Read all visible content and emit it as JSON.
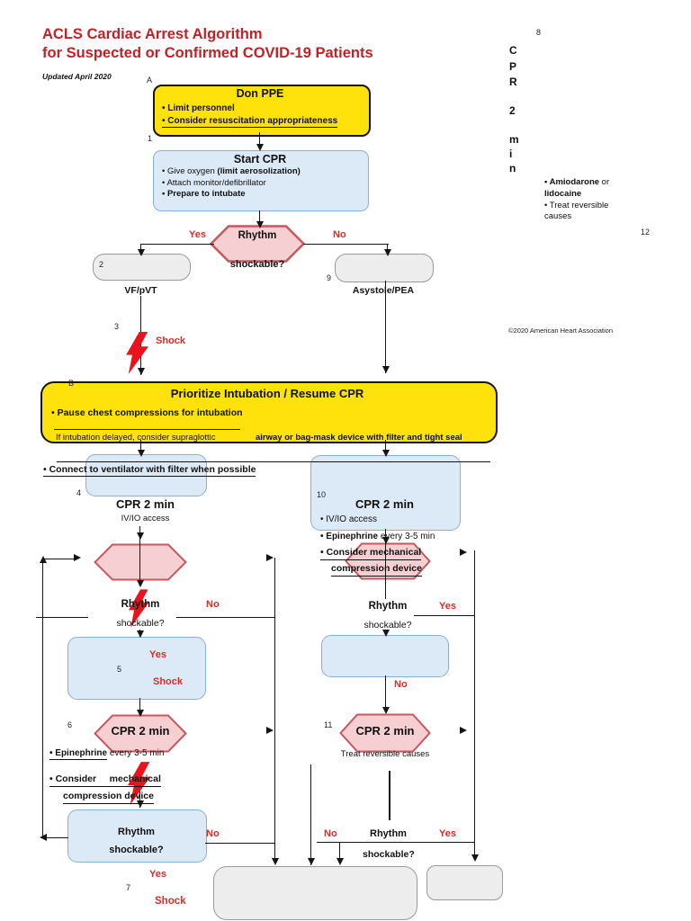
{
  "page": {
    "title_line1": "ACLS Cardiac Arrest Algorithm",
    "title_line2": "for Suspected or Confirmed COVID-19 Patients",
    "updated": "Updated April 2020",
    "copyright": "©2020 American Heart Association"
  },
  "markers": {
    "a": "A",
    "b": "B",
    "s1": "1",
    "s2": "2",
    "s3": "3",
    "s4": "4",
    "s5": "5",
    "s6": "6",
    "s7": "7",
    "s8": "8",
    "s9": "9",
    "s10": "10",
    "s11": "11",
    "s12": "12"
  },
  "don_ppe": {
    "title": "Don PPE",
    "b1": "• Limit personnel",
    "b2": "• Consider resuscitation appropriateness"
  },
  "start_cpr": {
    "title": "Start CPR",
    "b1_pre": "• Give oxygen ",
    "b1_bold": "(limit aerosolization)",
    "b2": "• Attach monitor/defibrillator",
    "b3": "• Prepare to intubate"
  },
  "decision1": {
    "q1": "Rhythm",
    "q2": "shockable?",
    "yes": "Yes",
    "no": "No"
  },
  "branches": {
    "left": "VF/pVT",
    "right": "Asystole/PEA"
  },
  "shock3": "Shock",
  "prioritize": {
    "title": "Prioritize Intubation / Resume CPR",
    "b1": "• Pause chest compressions for intubation",
    "tail_normal": "If intubation delayed, consider supraglottic",
    "tail_bold": "airway or bag-mask device with filter and tight seal"
  },
  "connect": "• Connect to ventilator with filter when possible",
  "cpr4": {
    "title": "CPR 2 min",
    "sub": "IV/IO access"
  },
  "decision4": {
    "q1": "Rhythm",
    "q2": "shockable?",
    "no": "No"
  },
  "box5": {
    "yes": "Yes",
    "shock": "Shock"
  },
  "cpr6": {
    "title": "CPR 2 min",
    "epi_bold": "• Epinephrine",
    "epi_rest": " every 3-5 min",
    "c1": "• Consider     mechanical",
    "c2": "compression device"
  },
  "decision7": {
    "q1": "Rhythm",
    "q2": "shockable?",
    "no": "No",
    "yes": "Yes",
    "shock": "Shock"
  },
  "cpr10": {
    "title": "CPR 2 min",
    "b1": "• IV/IO access",
    "epi_bold": "• Epinephrine",
    "epi_rest": " every 3-5 min",
    "c1": "• Consider mechanical",
    "c2": "compression device"
  },
  "decision10": {
    "q1": "Rhythm",
    "q2": "shockable?",
    "yes": "Yes"
  },
  "no10": "No",
  "cpr11": {
    "title": "CPR 2 min",
    "sub": "Treat reversible causes"
  },
  "decision11": {
    "no": "No",
    "q1": "Rhythm",
    "yes": "Yes",
    "q2": "shockable?"
  },
  "sidebar": {
    "cpr_vertical": [
      "C",
      "P",
      "R",
      "2",
      "m",
      "i",
      "n"
    ],
    "amio_bold": "• Amiodarone",
    "amio_rest": " or",
    "amio2": "lidocaine",
    "treat1": "• Treat reversible",
    "treat2": "causes"
  },
  "colors": {
    "title_red": "#C32127",
    "accent_red": "#DF2B28",
    "yellow": "#FFE20C",
    "blue_fill": "#DCE9F7",
    "blue_border": "#89AFD4",
    "pink_fill": "#F5CFD2",
    "pink_border": "#C7585F",
    "gray_fill": "#EDEDED"
  }
}
